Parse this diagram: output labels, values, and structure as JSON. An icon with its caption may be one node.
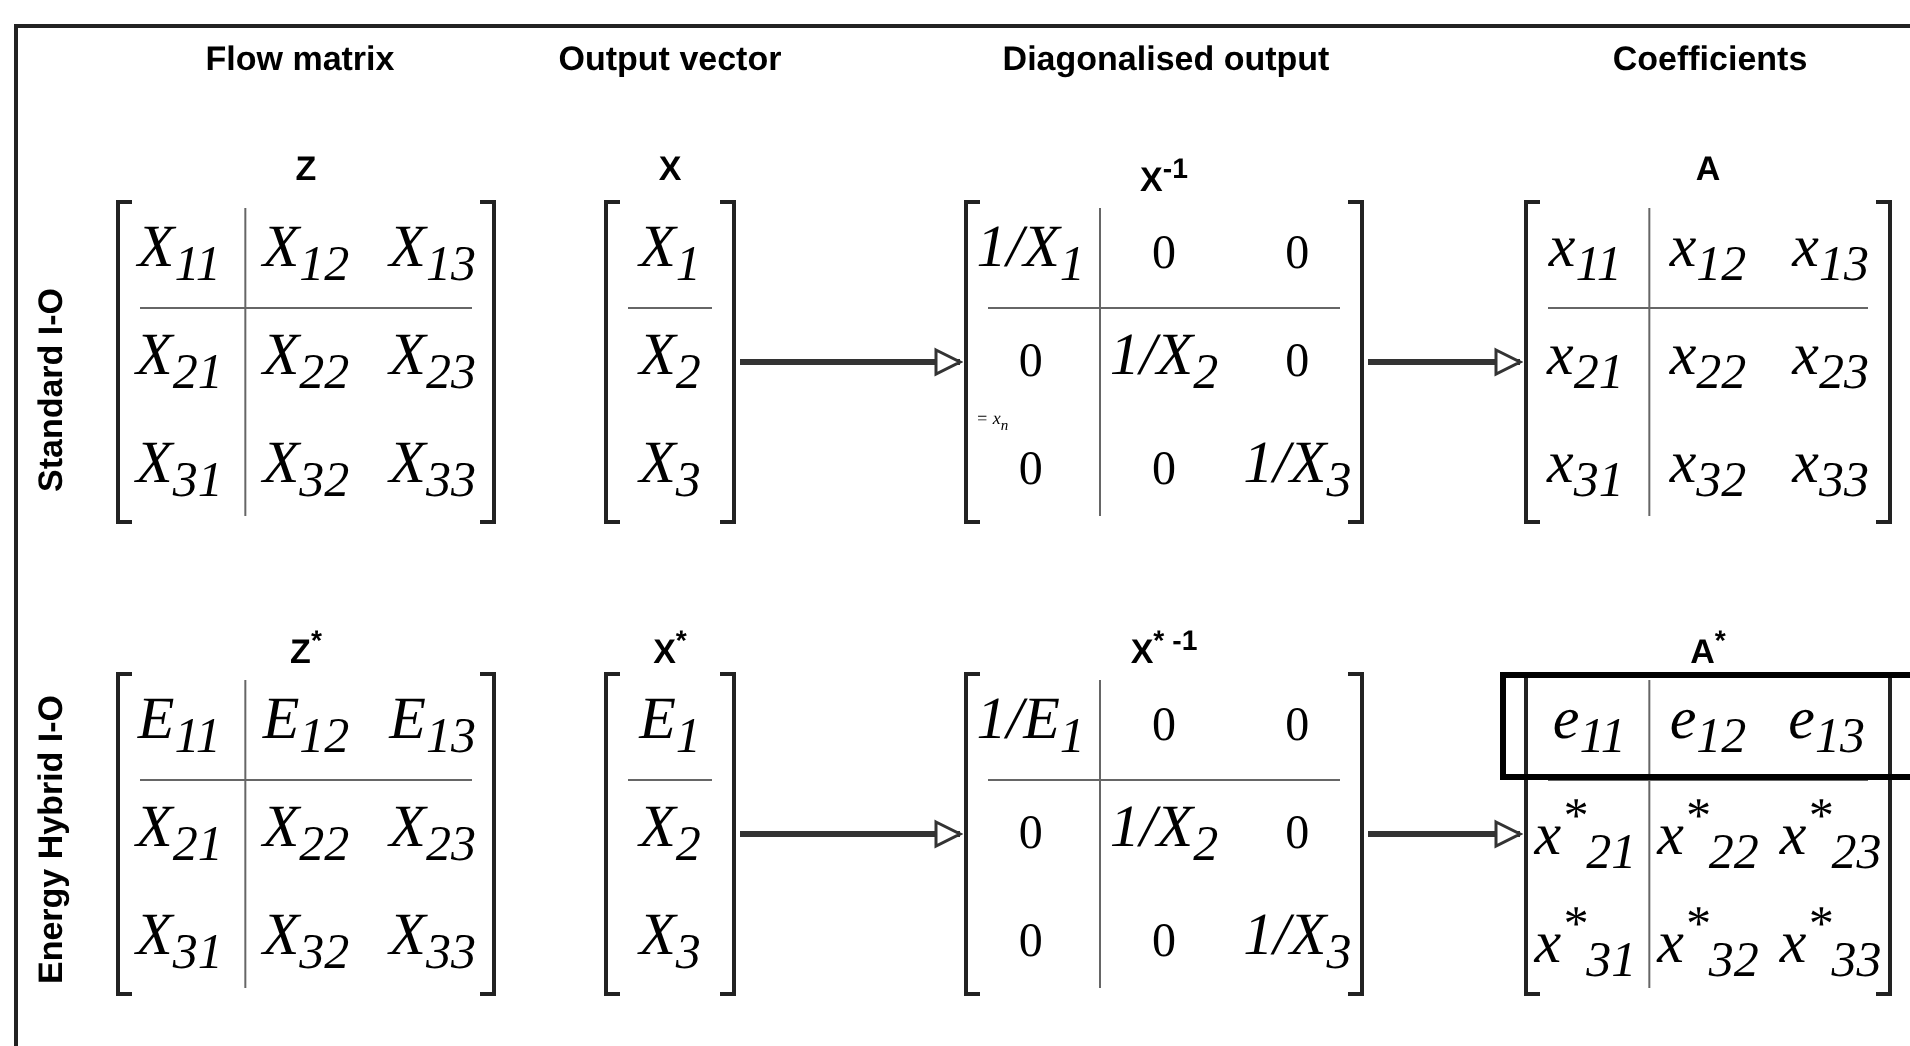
{
  "diagram": {
    "nodes": [
      {
        "text": [
          "Z",
          "X$_{11}$",
          "X$_{12}$",
          "X$_{13}$",
          "X$_{21}$",
          "X$_{22}$",
          "X$_{23}$",
          "X$_{31}$",
          "X$_{32}$",
          "X$_{33}$"
        ]
      },
      {
        "text": [
          "X",
          "X$_{1}$",
          "X$_{2}$",
          "X$_{3}$"
        ]
      },
      {
        "text": [
          "X$^{-1}$",
          "1/X$_{1}$",
          "0",
          "0",
          "0",
          "1/X$_{2}$",
          "0",
          "0",
          "0",
          "1/X$_{3}$"
        ]
      },
      {
        "text": [
          "A",
          "x$_{11}$",
          "x$_{12}$",
          "x$_{13}$",
          "x$_{21}$",
          "x$_{22}$",
          "x$_{23}$",
          "x$_{31}$",
          "x$_{32}$",
          "x$_{33}$"
        ]
      },
      {
        "text": [
          "Z$^{*}$",
          "E$_{11}$",
          "E$_{12}$",
          "E$_{13}$",
          "X$_{21}$",
          "X$_{22}$",
          "X$_{23}$",
          "X$_{31}$",
          "X$_{32}$",
          "X$_{33}$"
        ]
      },
      {
        "text": [
          "X$^{*}$",
          "E$_{1}$",
          "X$_{2}$",
          "X$_{3}$"
        ]
      },
      {
        "text": [
          "X$^{* -1}$",
          "1/E$_{1}$",
          "0",
          "0",
          "0",
          "1/X$_{2}$",
          "0",
          "0",
          "0",
          "1/X$_{3}$"
        ]
      },
      {
        "text": [
          "A$^{*}$",
          "x$^{*}$$_{21}$",
          "x$^{*}$$_{22}$",
          "x$^{*}$$_{23}$",
          "x$^{*}$$_{31}$",
          "x$^{*}$$_{32}$",
          "x$^{*}$$_{33}$"
        ]
      },
      {
        "text": [
          "e$_{11}$",
          "e$_{12}$",
          "e$_{13}$"
        ],
        "in": 7
      }
    ],
    "edges": [
      {
        "from": 1,
        "to": 2,
        "arrow": "to"
      },
      {
        "from": 2,
        "to": 3,
        "arrow": "to"
      },
      {
        "from": 5,
        "to": 6,
        "arrow": "to"
      },
      {
        "from": 6,
        "to": 7,
        "arrow": "to"
      }
    ],
    "labels": [
      "Flow matrix",
      "Output vector",
      "Diagonalised output",
      "Coefficients",
      "Standard I-O",
      "= x$_{n}$",
      "Energy Hybrid I-O"
    ]
  }
}
